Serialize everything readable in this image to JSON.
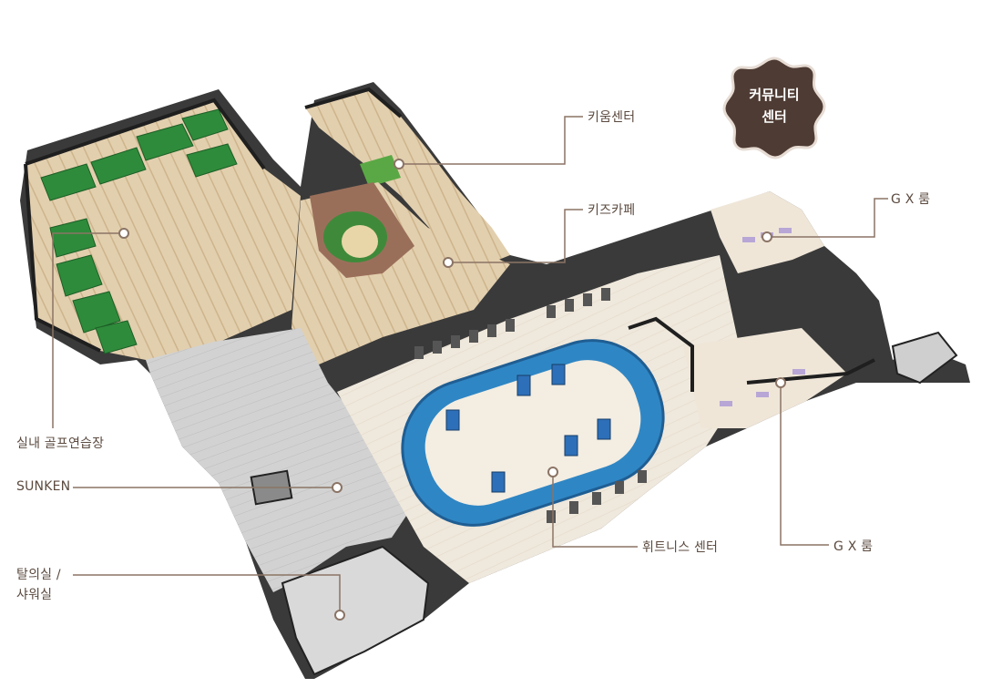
{
  "badge": {
    "line1": "커뮤니티",
    "line2": "센터"
  },
  "callouts": {
    "kium_center": "키움센터",
    "kids_cafe": "키즈카페",
    "gx_room_upper": "G X 룸",
    "gx_room_lower": "G X 룸",
    "indoor_golf": "실내 골프연습장",
    "sunken": "SUNKEN",
    "locker_line1": "탈의실 /",
    "locker_line2": "샤워실",
    "fitness_center": "휘트니스 센터"
  },
  "colors": {
    "callout_line": "#8b7465",
    "badge_fill": "#4e3b33",
    "floor_wood": "#dcc6a4",
    "floor_gray": "#c9c9c9",
    "golf_green": "#2e8b3b",
    "track_blue": "#2f86c4",
    "wall": "#1f1f1f"
  }
}
